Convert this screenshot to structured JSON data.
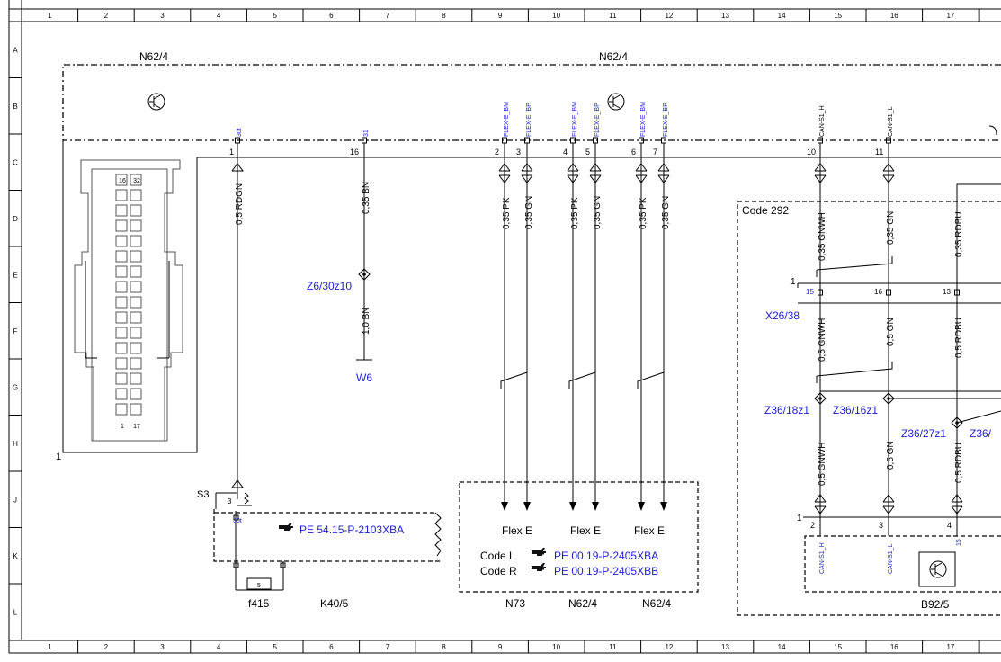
{
  "ruler": {
    "columns": [
      "1",
      "2",
      "3",
      "4",
      "5",
      "6",
      "7",
      "8",
      "9",
      "10",
      "11",
      "12",
      "13",
      "14",
      "15",
      "16",
      "17"
    ],
    "rows": [
      "A",
      "B",
      "C",
      "D",
      "E",
      "F",
      "G",
      "H",
      "J",
      "K",
      "L"
    ]
  },
  "modules": {
    "left_top": "N62/4",
    "center_top": "N62/4",
    "code_box": "Code 292",
    "x26": "X26/38",
    "b92": "B92/5",
    "k40": "K40/5",
    "f415": "f415",
    "s3": "S3",
    "bottom_n73": "N73",
    "bottom_n62_a": "N62/4",
    "bottom_n62_b": "N62/4",
    "connector_mark": "1"
  },
  "connector_pins": {
    "pin_tl": "16",
    "pin_tr": "32",
    "pin_bl": "1",
    "pin_br": "17"
  },
  "pin_names": {
    "p30t": "30t",
    "p31": "31",
    "f1": "FLEX-E_BM",
    "f2": "FLEX-E_BP",
    "f3": "FLEX-E_BM",
    "f4": "FLEX-E_BP",
    "f5": "FLEX-E_BM",
    "f6": "FLEX-E_BP",
    "canh": "CAN-S1_H",
    "canl": "CAN-S1_L",
    "b_canh": "CAN-S1_H",
    "b_canl": "CAN-S1_L",
    "b_15": "15",
    "k30t": "30t"
  },
  "pin_numbers": {
    "n1": "1",
    "n16": "16",
    "n2": "2",
    "n3": "3",
    "n4": "4",
    "n5": "5",
    "n6": "6",
    "n7": "7",
    "n10": "10",
    "n11": "11",
    "x15": "15",
    "x16": "16",
    "x13": "13",
    "x1": "1",
    "b1": "1",
    "b2": "2",
    "b3": "3",
    "b4": "4",
    "s3pin": "3",
    "fuse": "5"
  },
  "wires": {
    "w_rdgn": "0,5 RDGN",
    "w_bn35": "0,35 BN",
    "w_bn10": "1,0 BN",
    "w_pk1": "0,35 PK",
    "w_gn1": "0,35 GN",
    "w_pk2": "0,35 PK",
    "w_gn2": "0,35 GN",
    "w_pk3": "0,35 PK",
    "w_gn3": "0,35 GN",
    "w_gnwh35": "0,35 GNWH",
    "w_gn35": "0,35 GN",
    "w_rdbu35": "0,35 RDBU",
    "w_gnwh05a": "0,5 GNWH",
    "w_gn05a": "0,5 GN",
    "w_rdbu05a": "0,5 RDBU",
    "w_gnwh05b": "0,5 GNWH",
    "w_gn05b": "0,5 GN",
    "w_rdbu05b": "0,5 RDBU"
  },
  "splices": {
    "z6": "Z6/30z10",
    "w6": "W6",
    "z36a": "Z36/18z1",
    "z36b": "Z36/16z1",
    "z36c": "Z36/27z1",
    "z36d": "Z36/"
  },
  "references": {
    "pe_k40": "PE 54.15-P-2103XBA",
    "code_l_label": "Code L",
    "code_r_label": "Code R",
    "pe_l": "PE 00.19-P-2405XBA",
    "pe_r": "PE 00.19-P-2405XBB",
    "flex_e": [
      "Flex E",
      "Flex E",
      "Flex E"
    ]
  }
}
